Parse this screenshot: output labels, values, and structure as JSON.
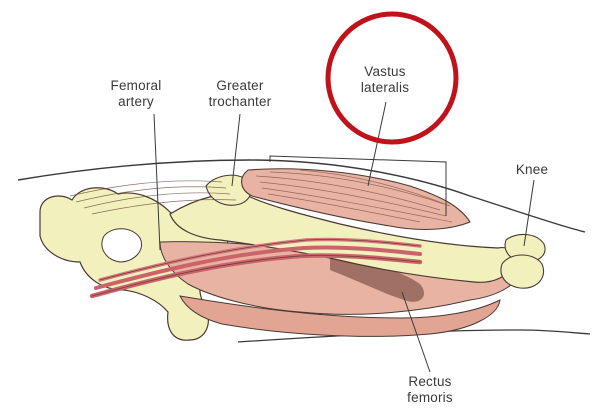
{
  "labels": {
    "femoral_artery": [
      "Femoral",
      "artery"
    ],
    "greater_trochanter": [
      "Greater",
      "trochanter"
    ],
    "vastus_lateralis": [
      "Vastus",
      "lateralis"
    ],
    "knee": "Knee",
    "rectus_femoris": [
      "Rectus",
      "femoris"
    ]
  },
  "highlight": {
    "target": "vastus_lateralis",
    "shape": "circle",
    "color": "#c0121a"
  },
  "colors": {
    "bone": "#f2f0bd",
    "muscle": "#e8b3a2",
    "muscle_dark": "#c98877",
    "artery": "#c9646a",
    "outline": "#4a3a35",
    "label_text": "#3a3a3a"
  }
}
